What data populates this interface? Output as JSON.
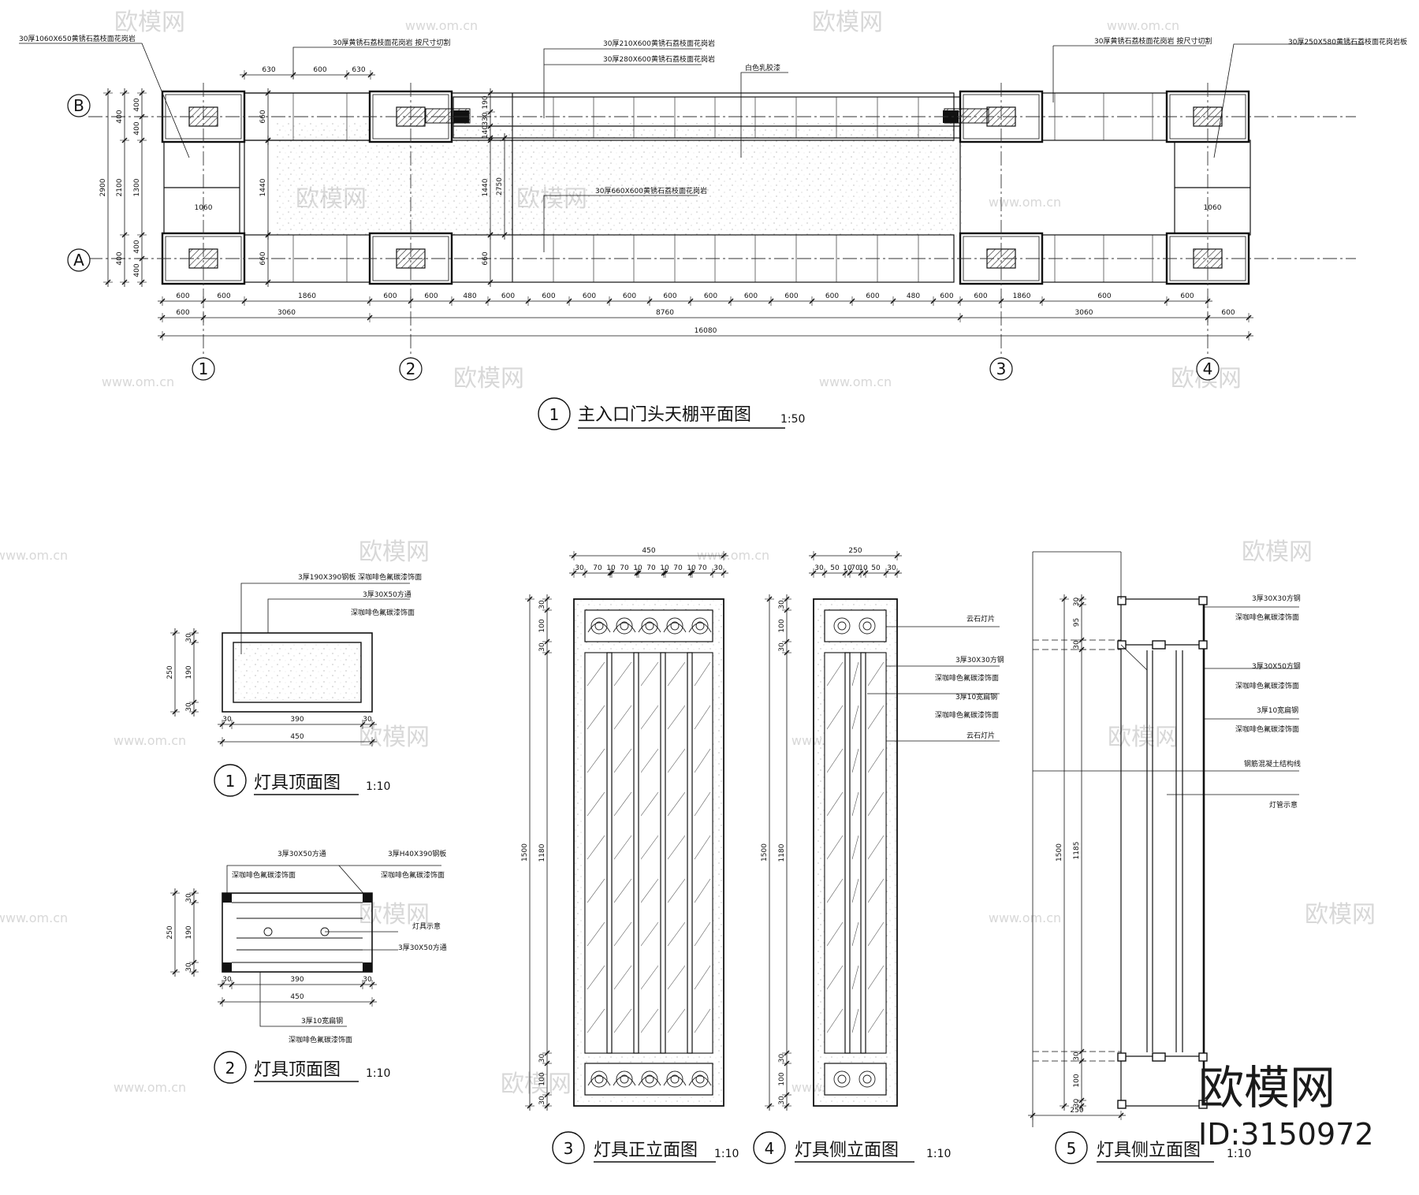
{
  "watermark": {
    "site": "欧模网",
    "url": "www.om.cn"
  },
  "brand": {
    "name": "欧模网",
    "id": "ID:3150972"
  },
  "plan": {
    "title": "主入口门头天棚平面图",
    "number": "1",
    "scale": "1:50",
    "grid_rows": [
      "B",
      "A"
    ],
    "grid_cols": [
      "1",
      "2",
      "3",
      "4"
    ],
    "notes": {
      "n1": "30厚1060X650黄锈石荔枝面花岗岩",
      "n2": "30厚黄锈石荔枝面花岗岩 按尺寸切割",
      "n3": "30厚210X600黄锈石荔枝面花岗岩",
      "n4": "30厚280X600黄锈石荔枝面花岗岩",
      "n5": "白色乳胶漆",
      "n6": "30厚黄锈石荔枝面花岗岩 按尺寸切割",
      "n7": "30厚250X580黄锈石荔枝面花岗岩板",
      "n8": "30厚660X600黄锈石荔枝面花岗岩"
    },
    "dims_top": [
      "630",
      "600",
      "630"
    ],
    "dims_left_outer": [
      "2900"
    ],
    "dims_left_mid": [
      "400",
      "2100",
      "400"
    ],
    "dims_left_inner": [
      "400",
      "400",
      "1300",
      "400",
      "400"
    ],
    "dims_inner": [
      "660",
      "1440",
      "660",
      "190",
      "330",
      "140",
      "1440",
      "2750",
      "660"
    ],
    "dims_1060": [
      "1060",
      "1060"
    ],
    "dims_row1": [
      "600",
      "600",
      "1860",
      "600",
      "600",
      "480",
      "600",
      "600",
      "600",
      "600",
      "600",
      "600",
      "600",
      "600",
      "600",
      "600",
      "480",
      "600",
      "600",
      "1860",
      "600",
      "600"
    ],
    "dims_row2": [
      "600",
      "3060",
      "8760",
      "3060",
      "600"
    ],
    "dims_total": "16080"
  },
  "detail1": {
    "number": "1",
    "title": "灯具顶面图",
    "scale": "1:10",
    "notes": [
      "3厚190X390钢板 深咖啡色氟碳漆饰面",
      "3厚30X50方通",
      "深咖啡色氟碳漆饰面"
    ],
    "dims_v": [
      "250",
      "30",
      "190",
      "30"
    ],
    "dims_h": [
      "30",
      "390",
      "30"
    ],
    "dim_total": "450"
  },
  "detail2": {
    "number": "2",
    "title": "灯具顶面图",
    "scale": "1:10",
    "notes": [
      "3厚30X50方通",
      "深咖啡色氟碳漆饰面",
      "3厚H40X390钢板",
      "深咖啡色氟碳漆饰面",
      "灯具示意",
      "3厚30X50方通",
      "3厚10宽扁钢",
      "深咖啡色氟碳漆饰面"
    ],
    "dims_v": [
      "250",
      "30",
      "190",
      "30"
    ],
    "dims_h": [
      "30",
      "390",
      "30"
    ],
    "dim_total": "450"
  },
  "detail3": {
    "number": "3",
    "title": "灯具正立面图",
    "scale": "1:10",
    "dim_top": "450",
    "dims_top_parts": [
      "30",
      "70",
      "10",
      "70",
      "10",
      "70",
      "10",
      "70",
      "10",
      "70",
      "30"
    ],
    "dim_total_v": "1500",
    "dims_v": [
      "30",
      "100",
      "30",
      "1180",
      "30",
      "100",
      "30"
    ]
  },
  "detail4": {
    "number": "4",
    "title": "灯具侧立面图",
    "scale": "1:10",
    "dim_top": "250",
    "dims_top_parts": [
      "30",
      "50",
      "10",
      "70",
      "10",
      "50",
      "30"
    ],
    "dim_total_v": "1500",
    "dims_v": [
      "30",
      "100",
      "30",
      "1180",
      "30",
      "100",
      "30"
    ],
    "notes": [
      "云石灯片",
      "3厚30X30方钢",
      "深咖啡色氟碳漆饰面",
      "3厚10宽扁钢",
      "深咖啡色氟碳漆饰面",
      "云石灯片"
    ]
  },
  "detail5": {
    "number": "5",
    "title": "灯具侧立面图",
    "scale": "1:10",
    "dim_total_v": "1500",
    "dims_v": [
      "30",
      "95",
      "30",
      "1185",
      "30",
      "100",
      "30"
    ],
    "dim_bottom": "250",
    "notes": [
      "3厚30X30方钢",
      "深咖啡色氟碳漆饰面",
      "3厚30X50方钢",
      "深咖啡色氟碳漆饰面",
      "3厚10宽扁钢",
      "深咖啡色氟碳漆饰面",
      "钢筋混凝土结构线",
      "灯管示意"
    ]
  }
}
